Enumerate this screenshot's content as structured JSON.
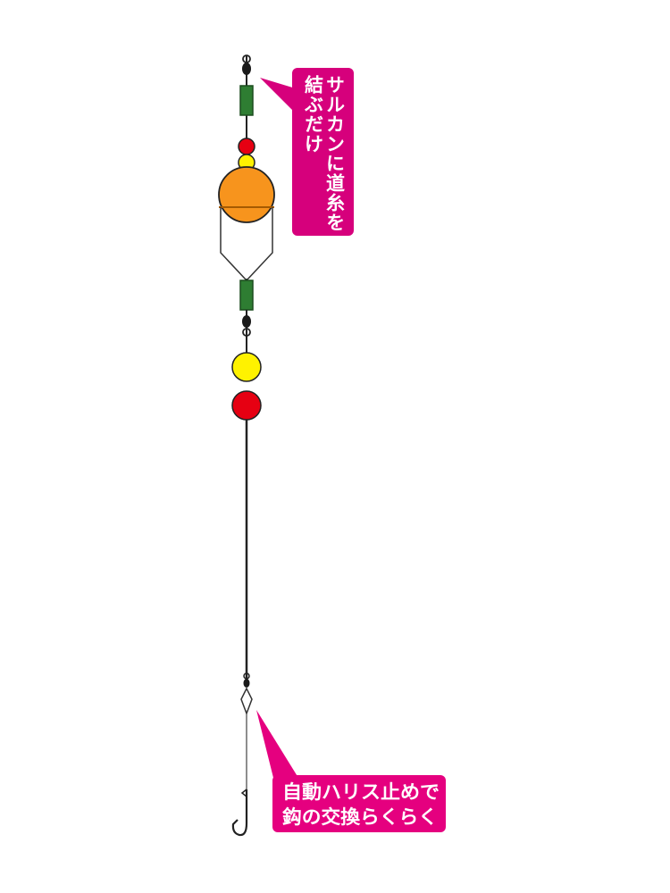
{
  "callouts": {
    "swivel_note": {
      "lines": [
        "サルカンに道糸を",
        "結ぶだけ"
      ],
      "color": "#d6007c"
    },
    "hook_note": {
      "lines": [
        "自動ハリス止めで",
        "鈎の交換らくらく"
      ],
      "color": "#e5007f"
    }
  },
  "colors": {
    "line": "#222222",
    "stopper": "#2e7d32",
    "float": "#f7941d",
    "bead_red": "#e60012",
    "bead_yellow": "#fff200"
  }
}
